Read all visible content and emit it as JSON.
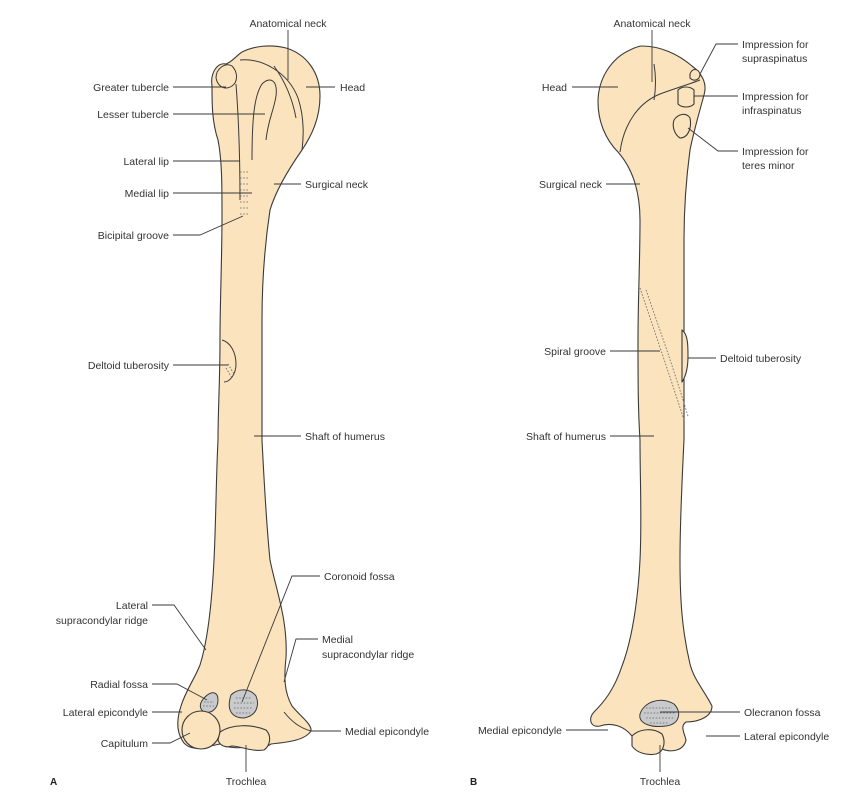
{
  "panels": {
    "a": "A",
    "b": "B"
  },
  "labels": {
    "a_anatomical_neck": "Anatomical neck",
    "a_greater_tubercle": "Greater tubercle",
    "a_head": "Head",
    "a_lesser_tubercle": "Lesser tubercle",
    "a_lateral_lip": "Lateral lip",
    "a_medial_lip": "Medial lip",
    "a_surgical_neck": "Surgical neck",
    "a_bicipital_groove": "Bicipital groove",
    "a_deltoid_tuberosity": "Deltoid tuberosity",
    "a_shaft": "Shaft of humerus",
    "a_coronoid_fossa": "Coronoid fossa",
    "a_lateral_supracondylar_1": "Lateral",
    "a_lateral_supracondylar_2": "supracondylar ridge",
    "a_medial_supracondylar_1": "Medial",
    "a_medial_supracondylar_2": "supracondylar ridge",
    "a_radial_fossa": "Radial fossa",
    "a_lateral_epicondyle": "Lateral epicondyle",
    "a_medial_epicondyle": "Medial epicondyle",
    "a_capitulum": "Capitulum",
    "a_trochlea": "Trochlea",
    "b_anatomical_neck": "Anatomical neck",
    "b_head": "Head",
    "b_supraspinatus_1": "Impression for",
    "b_supraspinatus_2": "supraspinatus",
    "b_infraspinatus_1": "Impression for",
    "b_infraspinatus_2": "infraspinatus",
    "b_teres_minor_1": "Impression for",
    "b_teres_minor_2": "teres minor",
    "b_surgical_neck": "Surgical neck",
    "b_spiral_groove": "Spiral groove",
    "b_deltoid_tuberosity": "Deltoid tuberosity",
    "b_shaft": "Shaft of humerus",
    "b_medial_epicondyle": "Medial epicondyle",
    "b_olecranon_fossa": "Olecranon fossa",
    "b_lateral_epicondyle": "Lateral epicondyle",
    "b_trochlea": "Trochlea"
  },
  "colors": {
    "bone": "#fbe3bd",
    "outline": "#3a3a3a",
    "fossa": "#c9cacc",
    "text": "#333333"
  }
}
